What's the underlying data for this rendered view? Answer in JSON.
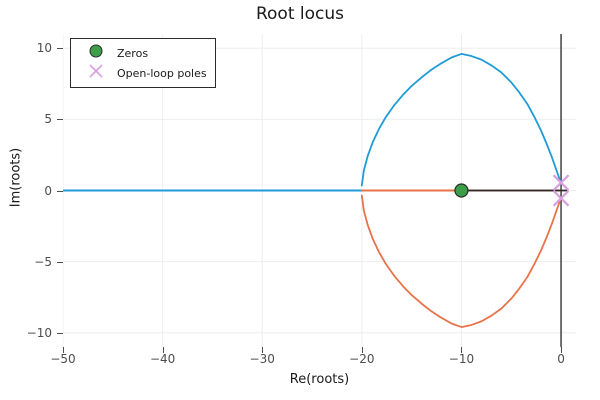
{
  "chart_data": {
    "type": "line",
    "title": "Root locus",
    "xlabel": "Re(roots)",
    "ylabel": "Im(roots)",
    "xlim": [
      -50,
      1.5
    ],
    "ylim": [
      -11,
      11
    ],
    "xticks": [
      -50,
      -40,
      -30,
      -20,
      -10,
      0
    ],
    "xticklabels": [
      "−50",
      "−40",
      "−30",
      "−20",
      "−10",
      "0"
    ],
    "yticks": [
      -10,
      -5,
      0,
      5,
      10
    ],
    "yticklabels": [
      "−10",
      "−5",
      "0",
      "5",
      "10"
    ],
    "grid": true,
    "legend_position": "upper left",
    "series": [
      {
        "name": "locus-branch-upper",
        "color": "#1f9bd8",
        "description": "Real-axis segment from -50 to -20 then circular arc above axis from -20 back to 0",
        "points": [
          [
            -50.0,
            0.0
          ],
          [
            -20.0,
            0.0
          ],
          [
            -20.0,
            0.35
          ],
          [
            -19.8,
            1.4
          ],
          [
            -19.4,
            2.45
          ],
          [
            -18.9,
            3.4
          ],
          [
            -18.3,
            4.3
          ],
          [
            -17.6,
            5.15
          ],
          [
            -16.8,
            5.95
          ],
          [
            -15.9,
            6.7
          ],
          [
            -15.0,
            7.35
          ],
          [
            -14.0,
            7.95
          ],
          [
            -13.0,
            8.5
          ],
          [
            -12.0,
            8.95
          ],
          [
            -11.0,
            9.35
          ],
          [
            -10.0,
            9.6
          ],
          [
            -9.0,
            9.45
          ],
          [
            -8.0,
            9.2
          ],
          [
            -7.0,
            8.8
          ],
          [
            -6.0,
            8.3
          ],
          [
            -5.0,
            7.6
          ],
          [
            -4.2,
            6.9
          ],
          [
            -3.4,
            6.1
          ],
          [
            -2.7,
            5.2
          ],
          [
            -2.0,
            4.2
          ],
          [
            -1.4,
            3.2
          ],
          [
            -0.9,
            2.3
          ],
          [
            -0.5,
            1.5
          ],
          [
            -0.2,
            0.9
          ],
          [
            -0.02,
            0.55
          ]
        ]
      },
      {
        "name": "locus-branch-lower",
        "color": "#e8734a",
        "description": "Real-axis segment from -20 to 0 then circular arc below axis from -20 back to 0",
        "points": [
          [
            -20.0,
            0.0
          ],
          [
            0.0,
            0.0
          ],
          [
            -20.0,
            -0.35
          ],
          [
            -19.8,
            -1.4
          ],
          [
            -19.4,
            -2.45
          ],
          [
            -18.9,
            -3.4
          ],
          [
            -18.3,
            -4.3
          ],
          [
            -17.6,
            -5.15
          ],
          [
            -16.8,
            -5.95
          ],
          [
            -15.9,
            -6.7
          ],
          [
            -15.0,
            -7.35
          ],
          [
            -14.0,
            -7.95
          ],
          [
            -13.0,
            -8.5
          ],
          [
            -12.0,
            -8.95
          ],
          [
            -11.0,
            -9.35
          ],
          [
            -10.0,
            -9.6
          ],
          [
            -9.0,
            -9.45
          ],
          [
            -8.0,
            -9.2
          ],
          [
            -7.0,
            -8.8
          ],
          [
            -6.0,
            -8.3
          ],
          [
            -5.0,
            -7.6
          ],
          [
            -4.2,
            -6.9
          ],
          [
            -3.4,
            -6.1
          ],
          [
            -2.7,
            -5.2
          ],
          [
            -2.0,
            -4.2
          ],
          [
            -1.4,
            -3.2
          ],
          [
            -0.9,
            -2.3
          ],
          [
            -0.5,
            -1.5
          ],
          [
            -0.2,
            -0.9
          ],
          [
            -0.02,
            -0.55
          ]
        ]
      },
      {
        "name": "real-axis-line",
        "color": "#2b2b2b",
        "description": "Horizontal reference axis at Im=0 from -10 to 0",
        "points": [
          [
            -10.5,
            0.0
          ],
          [
            0.6,
            0.0
          ]
        ]
      },
      {
        "name": "imag-axis-line",
        "color": "#4d4d4d",
        "description": "Vertical reference axis at Re=0",
        "points": [
          [
            0.0,
            -11.0
          ],
          [
            0.0,
            11.0
          ]
        ]
      }
    ],
    "markers": [
      {
        "name": "Zeros",
        "shape": "circle",
        "color": "#3d9e49",
        "edge": "#2b2b2b",
        "size": 13,
        "points": [
          [
            -10.0,
            0.0
          ]
        ]
      },
      {
        "name": "Open-loop poles",
        "shape": "x",
        "color": "#d9a0e0",
        "size": 15,
        "points": [
          [
            0.0,
            0.55
          ],
          [
            0.0,
            -0.55
          ]
        ]
      }
    ],
    "legend": [
      {
        "label": "Zeros",
        "marker": "circle",
        "color": "#3d9e49"
      },
      {
        "label": "Open-loop poles",
        "marker": "x",
        "color": "#d9a0e0"
      }
    ]
  },
  "colors": {
    "branch_upper": "#1f9bd8",
    "branch_lower": "#e8734a",
    "zero_fill": "#3d9e49",
    "zero_edge": "#2b2b2b",
    "pole": "#d9a0e0",
    "axis_line": "#2b2b2b",
    "grid": "#eeeeee",
    "tick_text": "#4d4d4d",
    "title_text": "#1a1a1a",
    "legend_border": "#2b2b2b",
    "background": "#ffffff"
  }
}
